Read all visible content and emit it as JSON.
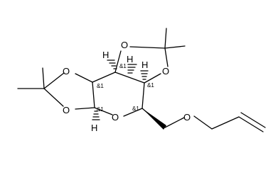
{
  "molecule": {
    "atoms": {
      "o_top_left": "O",
      "o_top_right": "O",
      "o_left_upper": "O",
      "o_left_lower": "O",
      "o_ring": "O",
      "o_ether": "O",
      "h_top_left": "H",
      "h_top_mid": "H",
      "h_top_right": "H",
      "h_bottom_left": "H"
    },
    "stereo_labels": {
      "c_top_left": "&1",
      "c_top_mid": "&1",
      "c_top_right": "&1",
      "c_right": "&1",
      "c_bottom_left": "&1"
    }
  }
}
